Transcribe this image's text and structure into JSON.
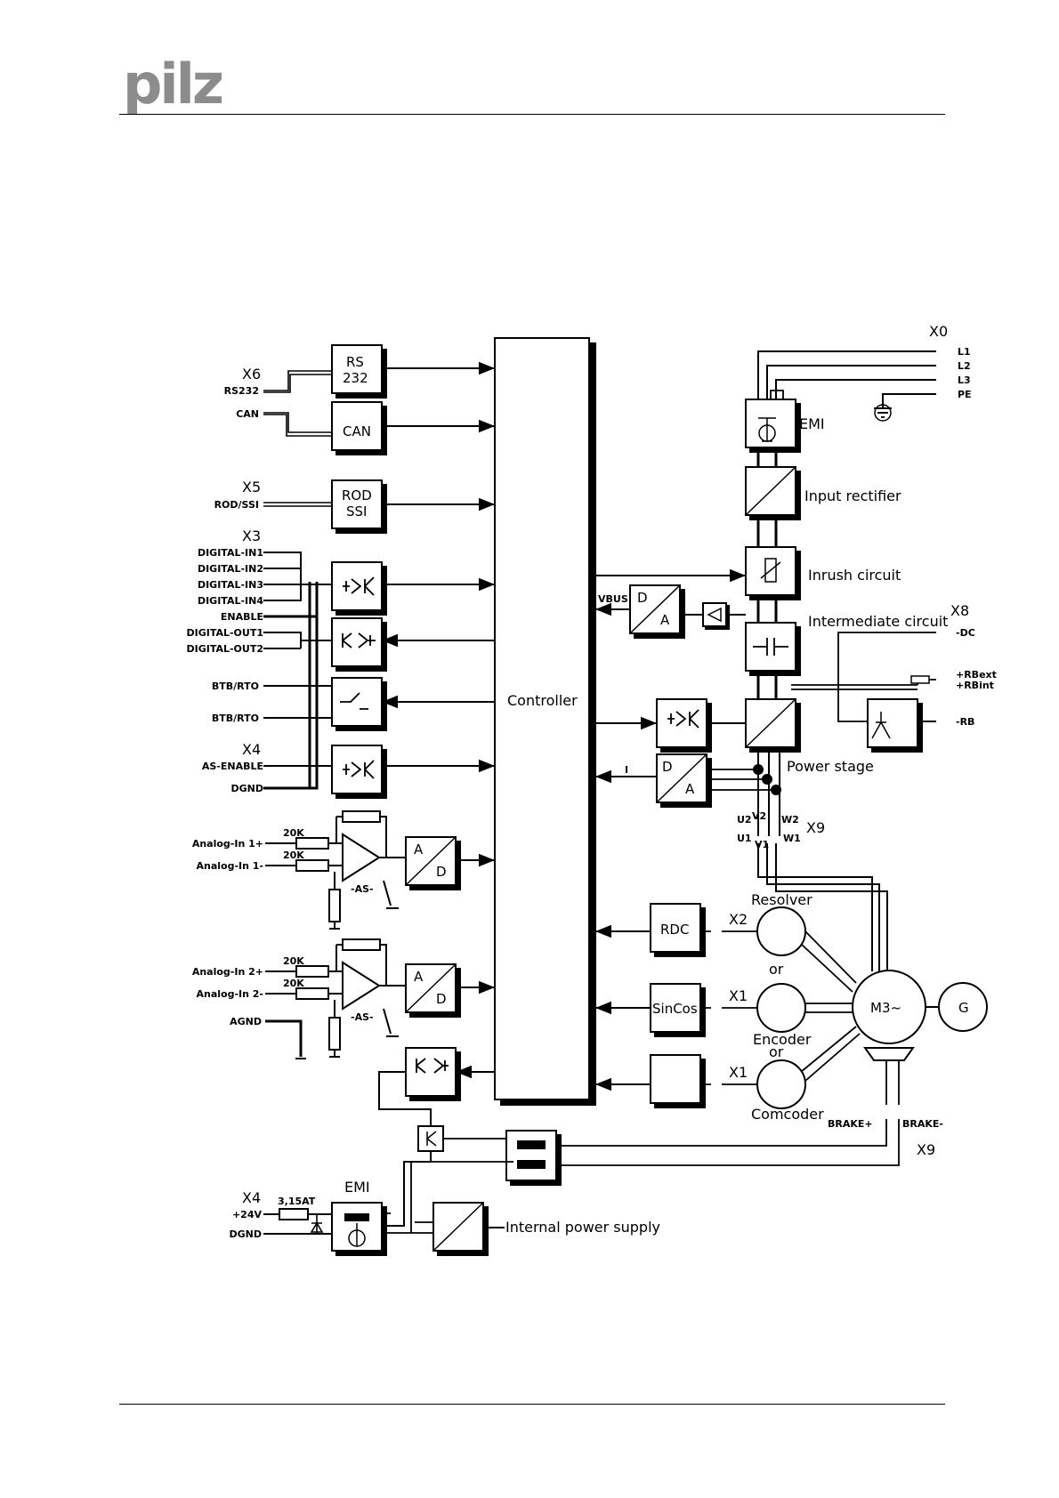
{
  "header": {
    "logo_text": "pilz"
  },
  "diagram": {
    "controller": "Controller",
    "blocks": {
      "rs": "RS",
      "rs232": "232",
      "can": "CAN",
      "rod": "ROD",
      "ssi": "SSI",
      "rdc": "RDC",
      "sincos": "SinCos",
      "ad_a1": "A",
      "ad_d1": "D",
      "ad_a2": "A",
      "ad_d2": "D",
      "da_d1": "D",
      "da_a1": "A",
      "da_d2": "D",
      "da_a2": "A",
      "motor": "M3~",
      "gen": "G",
      "emi_top": "EMI",
      "emi_bottom": "EMI"
    },
    "connectors": {
      "x6": "X6",
      "x5": "X5",
      "x3": "X3",
      "x4a": "X4",
      "x4b": "X4",
      "x0": "X0",
      "x8": "X8",
      "x9a": "X9",
      "x9b": "X9",
      "x2": "X2",
      "x1a": "X1",
      "x1b": "X1"
    },
    "left_pins": {
      "rs232": "RS232",
      "can": "CAN",
      "rodssi": "ROD/SSI",
      "din1": "DIGITAL-IN1",
      "din2": "DIGITAL-IN2",
      "din3": "DIGITAL-IN3",
      "din4": "DIGITAL-IN4",
      "enable": "ENABLE",
      "dout1": "DIGITAL-OUT1",
      "dout2": "DIGITAL-OUT2",
      "btb1": "BTB/RTO",
      "btb2": "BTB/RTO",
      "asenable": "AS-ENABLE",
      "dgnd1": "DGND",
      "ain1p": "Analog-In 1+",
      "ain1m": "Analog-In 1-",
      "ain2p": "Analog-In 2+",
      "ain2m": "Analog-In 2-",
      "agnd": "AGND",
      "p24v": "+24V",
      "dgnd2": "DGND"
    },
    "right_pins": {
      "l1": "L1",
      "l2": "L2",
      "l3": "L3",
      "pe": "PE",
      "dc": "-DC",
      "rbext": "+RBext",
      "rbint": "+RBint",
      "rb": "-RB",
      "brakep": "BRAKE+",
      "brakem": "BRAKE-"
    },
    "section_labels": {
      "input_rectifier": "Input rectifier",
      "inrush": "Inrush circuit",
      "intermediate": "Intermediate circuit",
      "power_stage": "Power stage",
      "internal_psu": "Internal power supply",
      "resolver": "Resolver",
      "or1": "or",
      "encoder": "Encoder",
      "or2": "or",
      "comcoder": "Comcoder"
    },
    "misc": {
      "vbus": "VBUS",
      "i": "I",
      "r20k_1": "20K",
      "r20k_2": "20K",
      "r20k_3": "20K",
      "r20k_4": "20K",
      "as1": "-AS-",
      "as2": "-AS-",
      "fuse": "3,15AT",
      "u2": "U2",
      "v2": "V2",
      "w2": "W2",
      "u1": "U1",
      "v1": "V1",
      "w1": "W1"
    }
  }
}
